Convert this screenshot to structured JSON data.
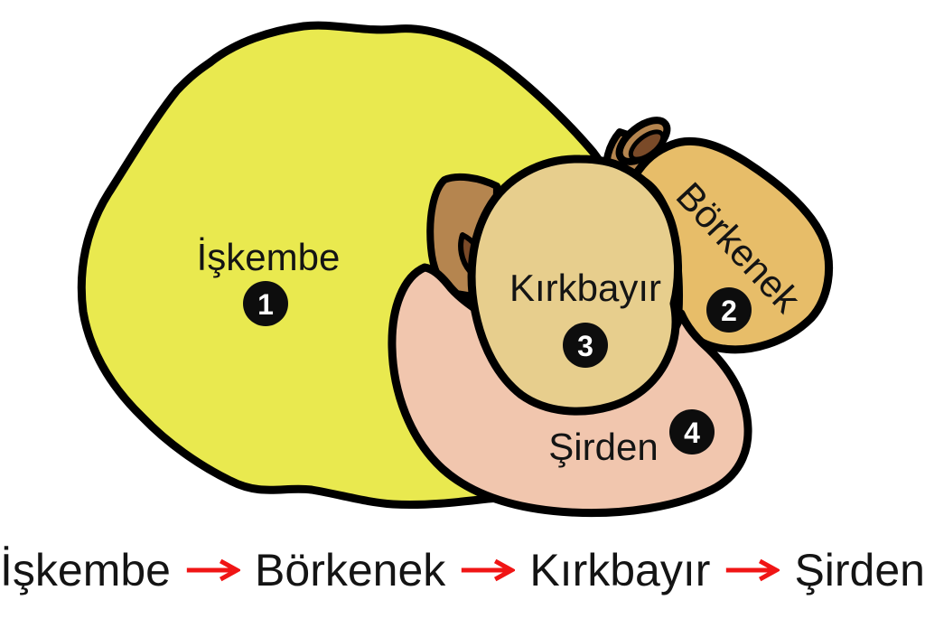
{
  "diagram": {
    "regions": [
      {
        "label": "İşkembe",
        "number": "1",
        "color": "#e9e94f"
      },
      {
        "label": "Börkenek",
        "number": "2",
        "color": "#e7bd69"
      },
      {
        "label": "Kırkbayır",
        "number": "3",
        "color": "#e7ce8d"
      },
      {
        "label": "Şirden",
        "number": "4",
        "color": "#f1c6ae"
      }
    ],
    "esophagus": {
      "outer_color": "#b5854f",
      "inner_color": "#7a4a28"
    },
    "outline_color": "#000000",
    "badge_color": "#0d0d0d"
  },
  "flow": {
    "items": [
      "İşkembe",
      "Börkenek",
      "Kırkbayır",
      "Şirden"
    ],
    "arrow_color": "#f01515"
  }
}
